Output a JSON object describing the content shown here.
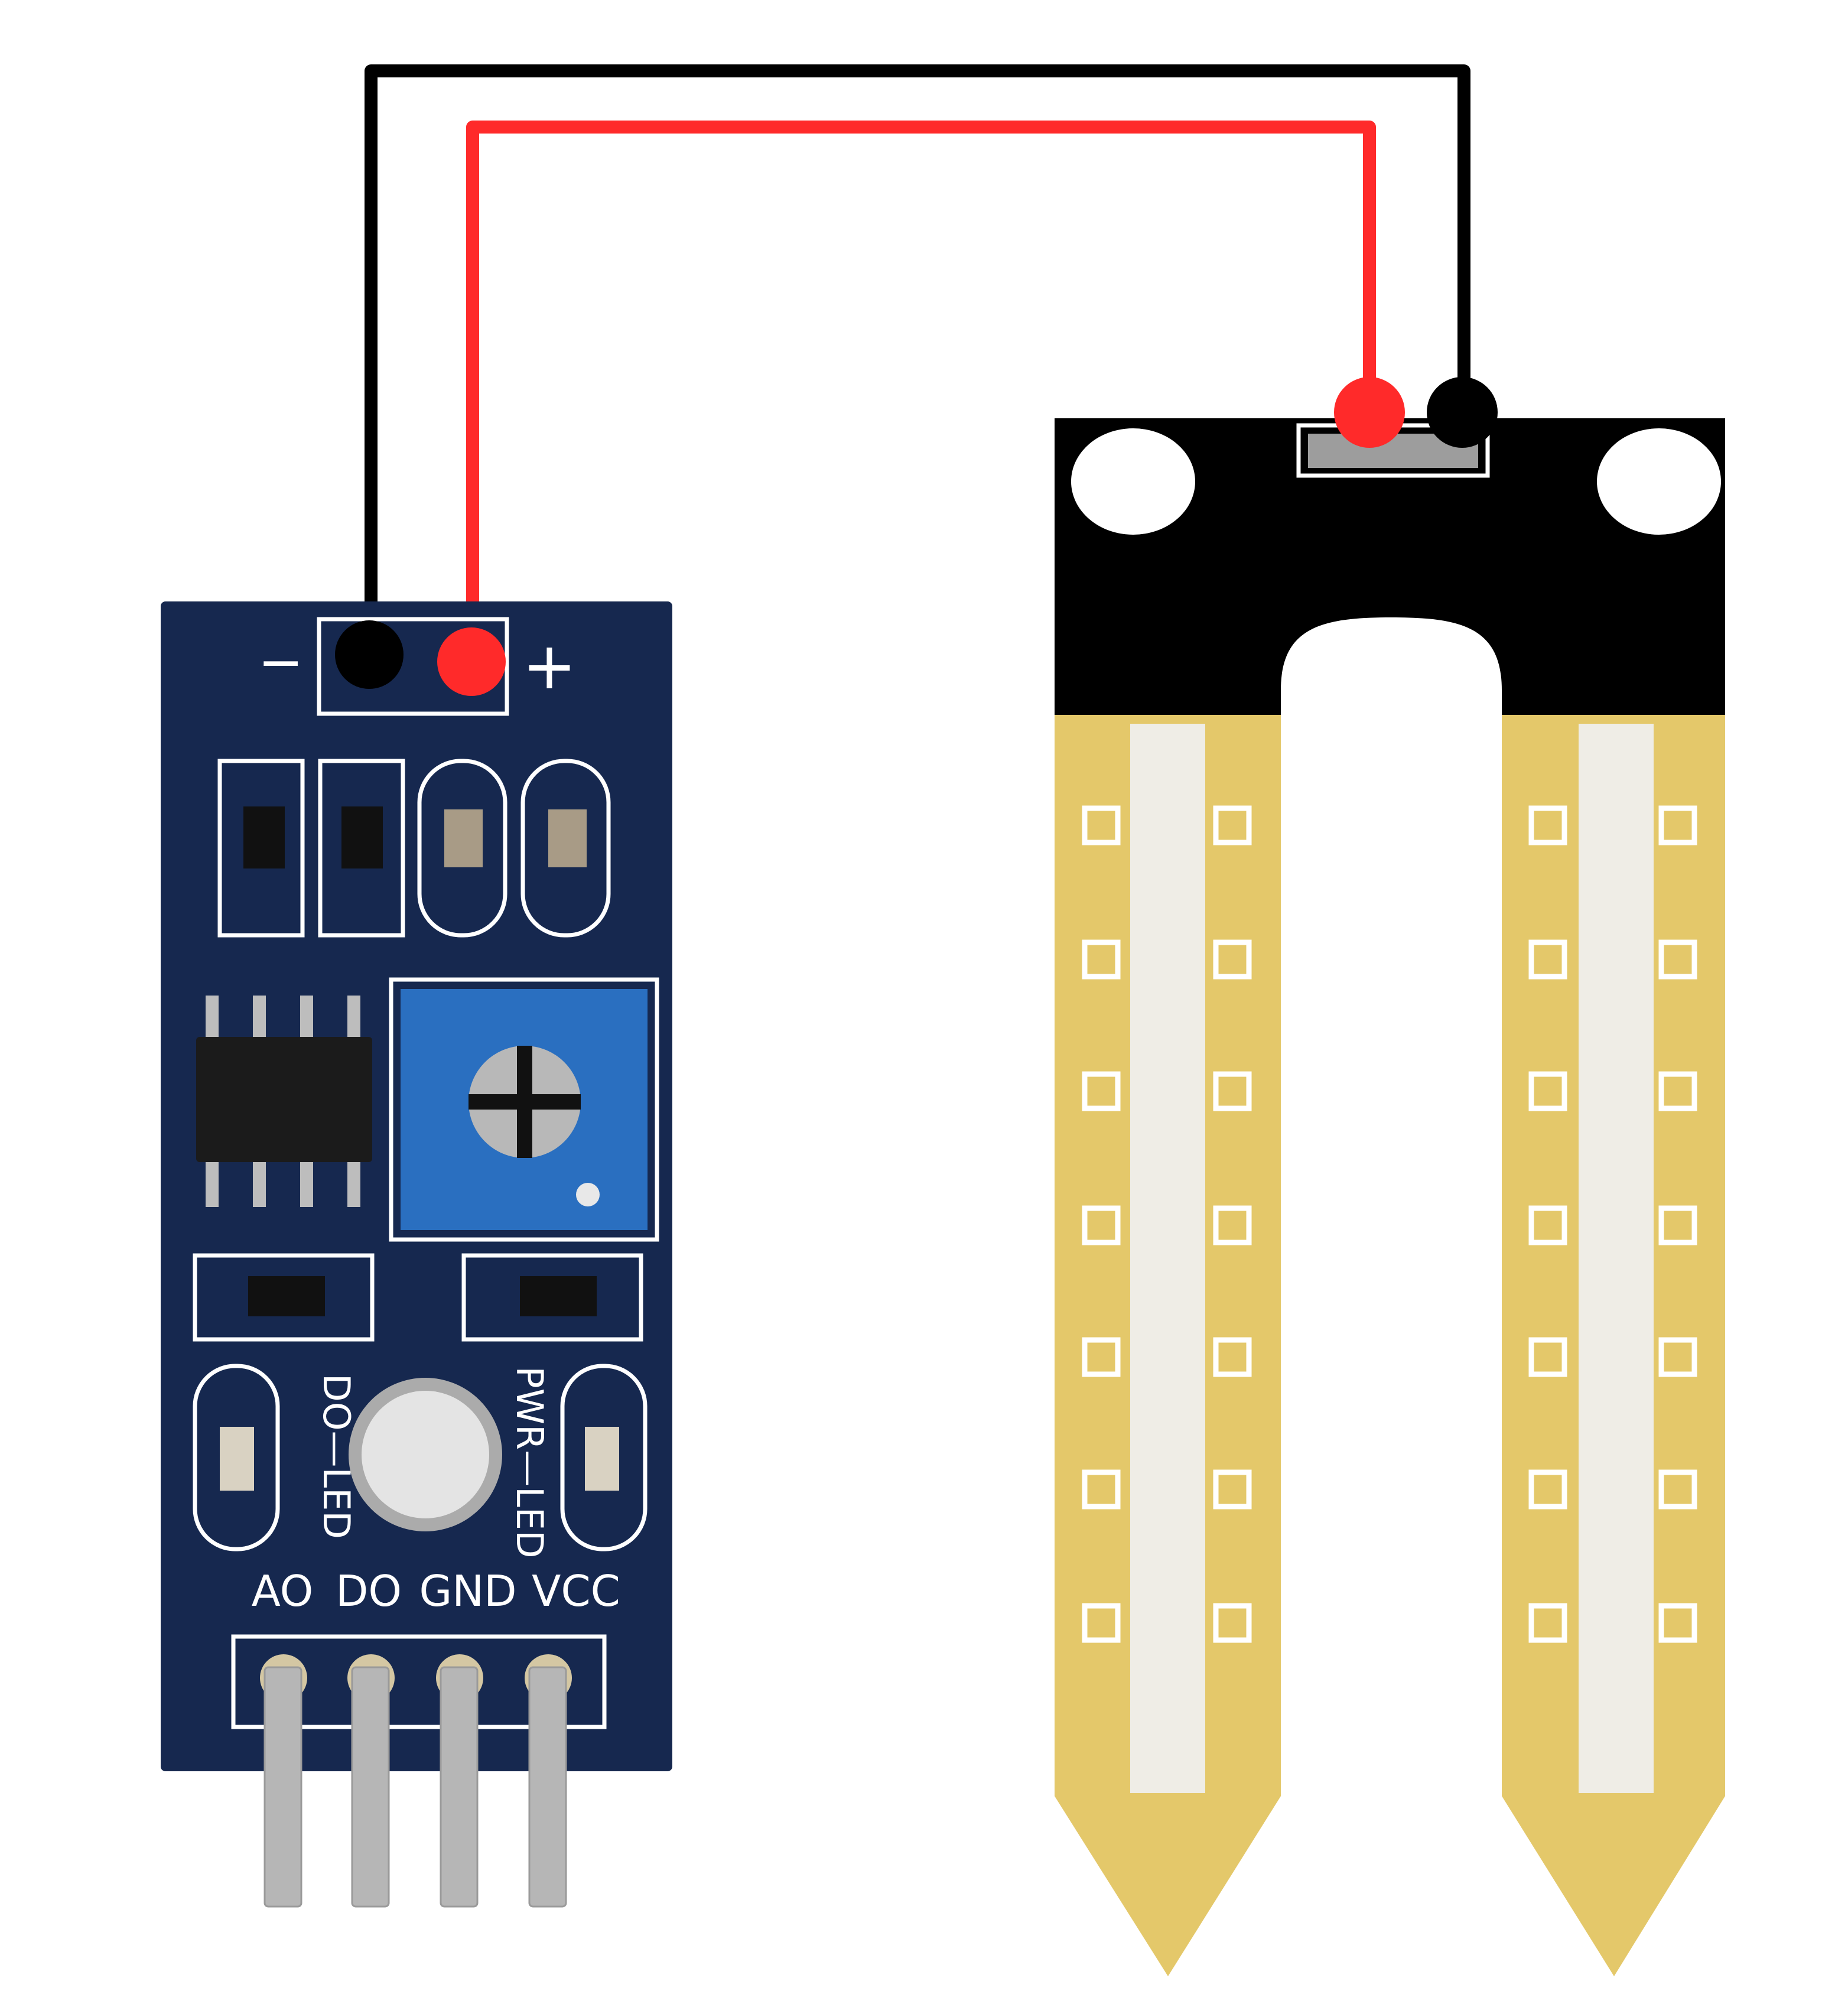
{
  "module": {
    "power_minus": "−",
    "power_plus": "+",
    "label_do_led": "DO—LED",
    "label_pwr_led": "PWR—LED",
    "pins": [
      "AO",
      "DO",
      "GND",
      "VCC"
    ]
  },
  "wires": [
    {
      "name": "ground",
      "color": "#000000"
    },
    {
      "name": "positive",
      "color": "#ff2a2a"
    }
  ],
  "colors": {
    "pcb_blue": "#16284f",
    "pot_blue": "#2a6fc0",
    "probe_gold": "#e4c86a",
    "probe_black": "#000000",
    "pin_silver": "#b6b6b6"
  }
}
